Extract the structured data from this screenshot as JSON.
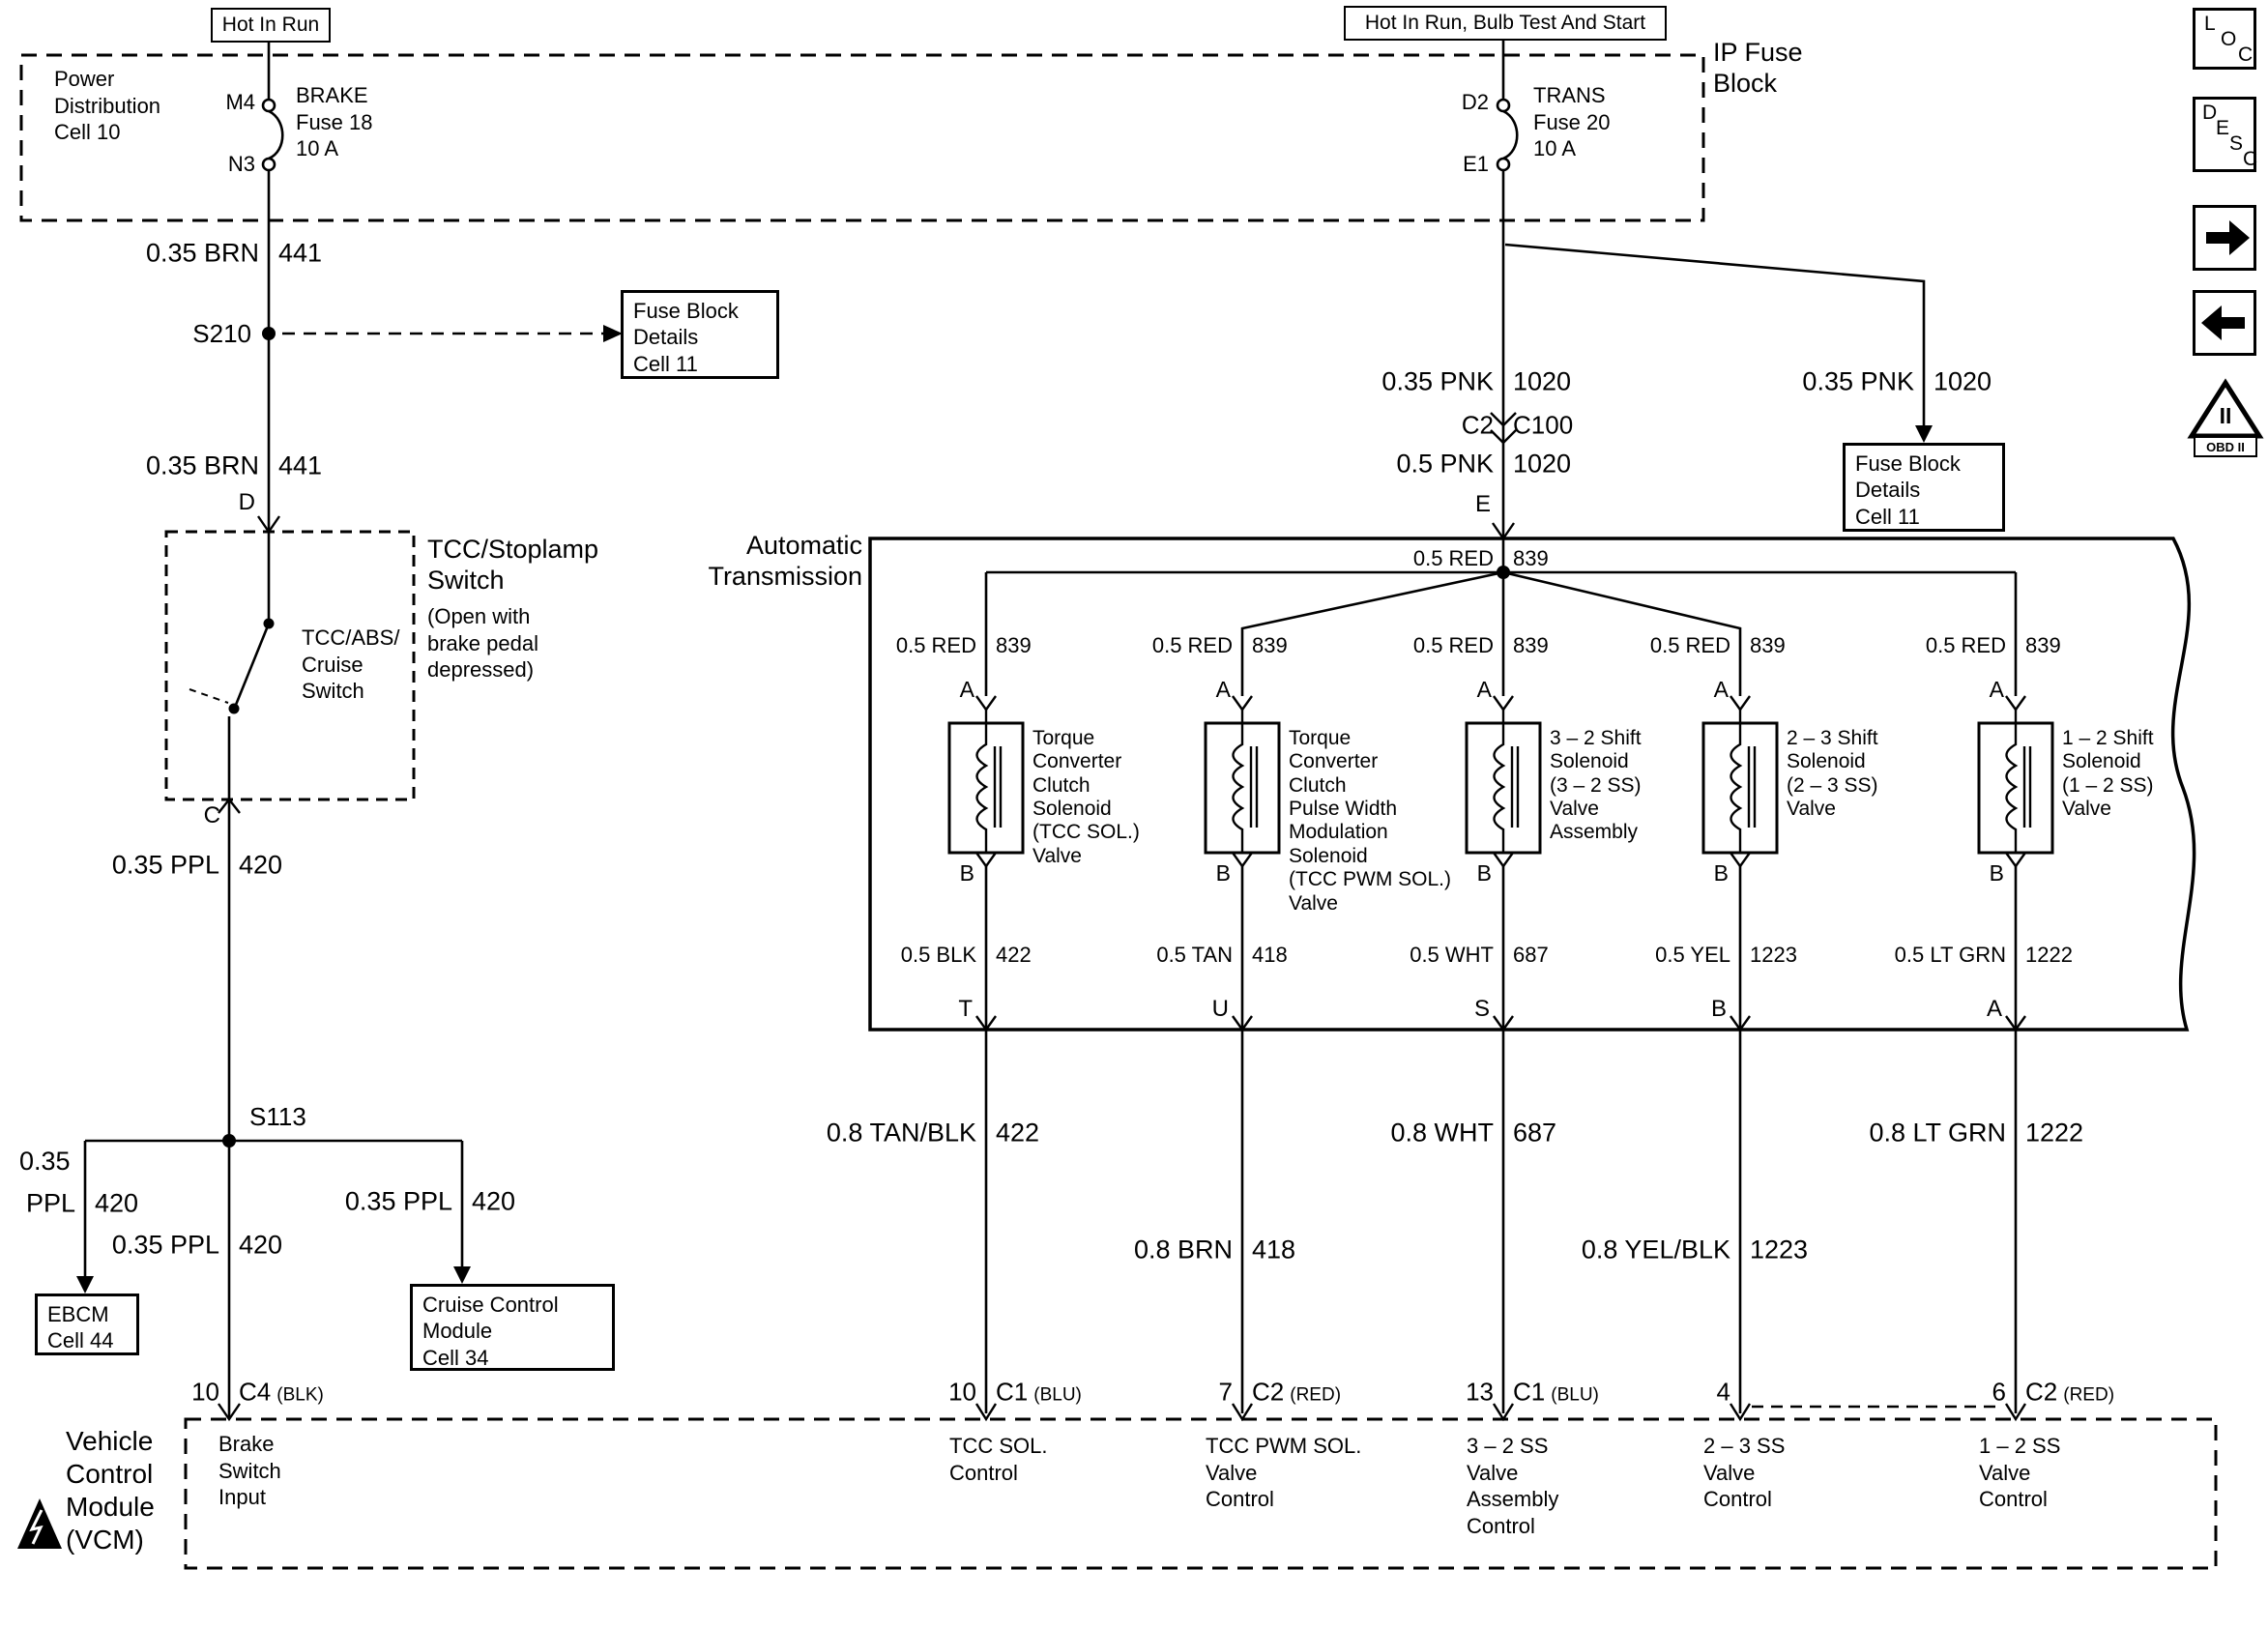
{
  "banners": {
    "hot_in_run": "Hot In Run",
    "hot_in_run_bulb_test": "Hot In Run, Bulb Test And Start"
  },
  "ip_fuse_block": {
    "title": "IP Fuse\nBlock",
    "power_distribution": "Power\nDistribution\nCell 10",
    "brake_fuse": {
      "top_pin": "M4",
      "bottom_pin": "N3",
      "label": "BRAKE\nFuse 18\n10 A"
    },
    "trans_fuse": {
      "top_pin": "D2",
      "bottom_pin": "E1",
      "label": "TRANS\nFuse 20\n10 A"
    }
  },
  "brake_circuit": {
    "wire_brn_upper": {
      "gauge_color": "0.35 BRN",
      "circuit": "441"
    },
    "splice_s210": "S210",
    "fuse_block_details": "Fuse Block\nDetails\nCell 11",
    "wire_brn_lower": {
      "gauge_color": "0.35 BRN",
      "circuit": "441"
    },
    "terminal_d": "D",
    "switch": {
      "title": "TCC/Stoplamp\nSwitch",
      "note": "(Open with\nbrake pedal\ndepressed)",
      "label": "TCC/ABS/\nCruise\nSwitch"
    },
    "terminal_c": "C",
    "wire_ppl": {
      "gauge_color": "0.35 PPL",
      "circuit": "420"
    },
    "splice_s113": "S113",
    "wire_ppl_ebcm_line1": "0.35",
    "wire_ppl_ebcm": {
      "gauge_color": "PPL",
      "circuit": "420"
    },
    "wire_ppl_main": {
      "gauge_color": "0.35 PPL",
      "circuit": "420"
    },
    "wire_ppl_cruise": {
      "gauge_color": "0.35 PPL",
      "circuit": "420"
    },
    "ebcm_box": "EBCM\nCell 44",
    "cruise_box": "Cruise Control\nModule\nCell 34",
    "vcm_pin": {
      "pin": "10",
      "connector": "C4",
      "color": "(BLK)"
    },
    "vcm_label": "Brake\nSwitch\nInput"
  },
  "trans_feed": {
    "wire_pnk_main": {
      "gauge_color": "0.35 PNK",
      "circuit": "1020"
    },
    "wire_pnk_branch": {
      "gauge_color": "0.35 PNK",
      "circuit": "1020"
    },
    "connector": {
      "near": "C2",
      "far": "C100"
    },
    "wire_pnk_lower": {
      "gauge_color": "0.5 PNK",
      "circuit": "1020"
    },
    "terminal_e": "E",
    "fuse_block_details": "Fuse Block\nDetails\nCell 11"
  },
  "transmission": {
    "title": "Automatic\nTransmission",
    "bus_wire": {
      "gauge_color": "0.5 RED",
      "circuit": "839"
    },
    "solenoids": [
      {
        "feed_wire": {
          "gauge_color": "0.5 RED",
          "circuit": "839"
        },
        "terminal_in": "A",
        "terminal_out": "B",
        "label": "Torque\nConverter\nClutch\nSolenoid\n(TCC SOL.)\nValve",
        "return_wire": {
          "gauge_color": "0.5 BLK",
          "circuit": "422"
        },
        "case_terminal": "T",
        "harness_wire": {
          "gauge_color": "0.8 TAN/BLK",
          "circuit": "422"
        },
        "vcm_pin": {
          "pin": "10",
          "connector": "C1",
          "color": "(BLU)"
        },
        "vcm_label": "TCC SOL.\nControl"
      },
      {
        "feed_wire": {
          "gauge_color": "0.5 RED",
          "circuit": "839"
        },
        "terminal_in": "A",
        "terminal_out": "B",
        "label": "Torque\nConverter\nClutch\nPulse Width\nModulation\nSolenoid\n(TCC PWM SOL.)\nValve",
        "return_wire": {
          "gauge_color": "0.5 TAN",
          "circuit": "418"
        },
        "case_terminal": "U",
        "harness_wire": {
          "gauge_color": "0.8 BRN",
          "circuit": "418"
        },
        "vcm_pin": {
          "pin": "7",
          "connector": "C2",
          "color": "(RED)"
        },
        "vcm_label": "TCC PWM SOL.\nValve\nControl"
      },
      {
        "feed_wire": {
          "gauge_color": "0.5 RED",
          "circuit": "839"
        },
        "terminal_in": "A",
        "terminal_out": "B",
        "label": "3 – 2 Shift\nSolenoid\n(3 – 2 SS)\nValve\nAssembly",
        "return_wire": {
          "gauge_color": "0.5 WHT",
          "circuit": "687"
        },
        "case_terminal": "S",
        "harness_wire": {
          "gauge_color": "0.8 WHT",
          "circuit": "687"
        },
        "vcm_pin": {
          "pin": "13",
          "connector": "C1",
          "color": "(BLU)"
        },
        "vcm_label": "3 – 2 SS\nValve\nAssembly\nControl"
      },
      {
        "feed_wire": {
          "gauge_color": "0.5 RED",
          "circuit": "839"
        },
        "terminal_in": "A",
        "terminal_out": "B",
        "label": "2 – 3 Shift\nSolenoid\n(2 – 3 SS)\nValve",
        "return_wire": {
          "gauge_color": "0.5 YEL",
          "circuit": "1223"
        },
        "case_terminal": "B",
        "harness_wire": {
          "gauge_color": "0.8 YEL/BLK",
          "circuit": "1223"
        },
        "vcm_pin": {
          "pin": "4",
          "connector": "",
          "color": ""
        },
        "vcm_label": "2 – 3 SS\nValve\nControl"
      },
      {
        "feed_wire": {
          "gauge_color": "0.5 RED",
          "circuit": "839"
        },
        "terminal_in": "A",
        "terminal_out": "B",
        "label": "1 – 2 Shift\nSolenoid\n(1 – 2 SS)\nValve",
        "return_wire": {
          "gauge_color": "0.5 LT GRN",
          "circuit": "1222"
        },
        "case_terminal": "A",
        "harness_wire": {
          "gauge_color": "0.8 LT GRN",
          "circuit": "1222"
        },
        "vcm_pin": {
          "pin": "6",
          "connector": "C2",
          "color": "(RED)"
        },
        "vcm_label": "1 – 2 SS\nValve\nControl"
      }
    ]
  },
  "vcm": {
    "title": "Vehicle\nControl\nModule\n(VCM)"
  },
  "sidebar": {
    "loc": [
      "L",
      "O",
      "C"
    ],
    "desc": [
      "D",
      "E",
      "S",
      "C"
    ],
    "obd_numeral": "II",
    "obd_label": "OBD II"
  }
}
